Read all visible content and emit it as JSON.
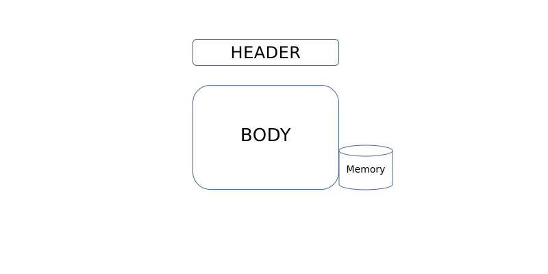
{
  "diagram": {
    "header": {
      "label": "HEADER"
    },
    "body": {
      "label": "BODY"
    },
    "memory": {
      "label": "Memory",
      "shape": "cylinder"
    }
  },
  "colors": {
    "stroke": "#4a6896",
    "fill": "#ffffff",
    "text": "#000000"
  }
}
